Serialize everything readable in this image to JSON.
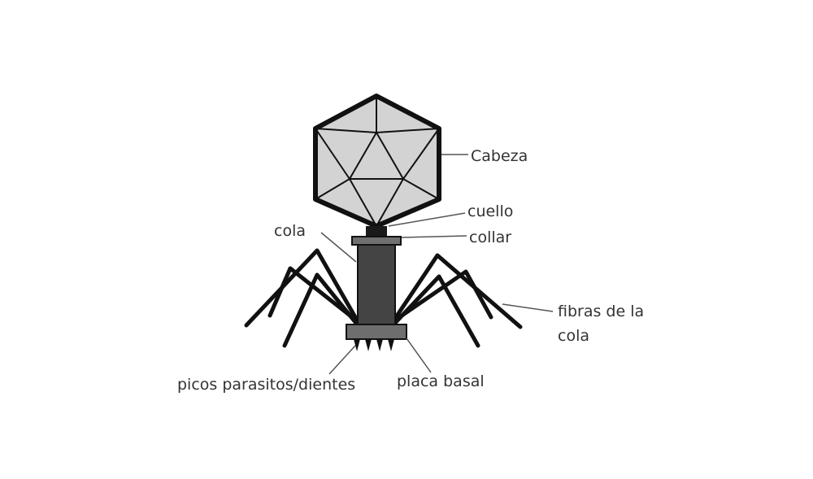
{
  "diagram": {
    "labels": {
      "head": "Cabeza",
      "neck": "cuello",
      "collar": "collar",
      "tail": "cola",
      "tail_fibers_line1": "fibras de la",
      "tail_fibers_line2": "cola",
      "spikes": "picos parasitos/dientes",
      "base_plate": "placa basal"
    }
  }
}
